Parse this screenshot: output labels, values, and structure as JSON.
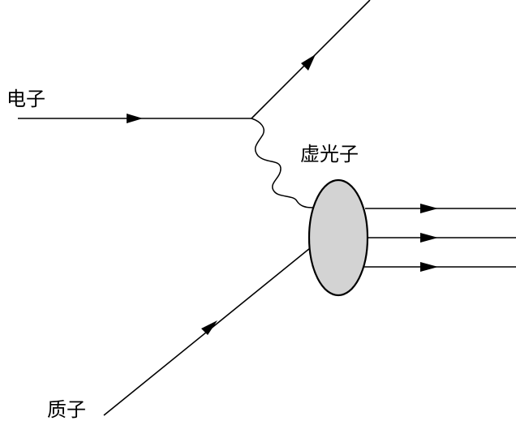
{
  "labels": {
    "electron": "电子",
    "virtual_photon": "虚光子",
    "proton": "质子"
  },
  "colors": {
    "line": "#000000",
    "hadron_blob_fill": "#d3d3d3",
    "background": "#ffffff"
  }
}
